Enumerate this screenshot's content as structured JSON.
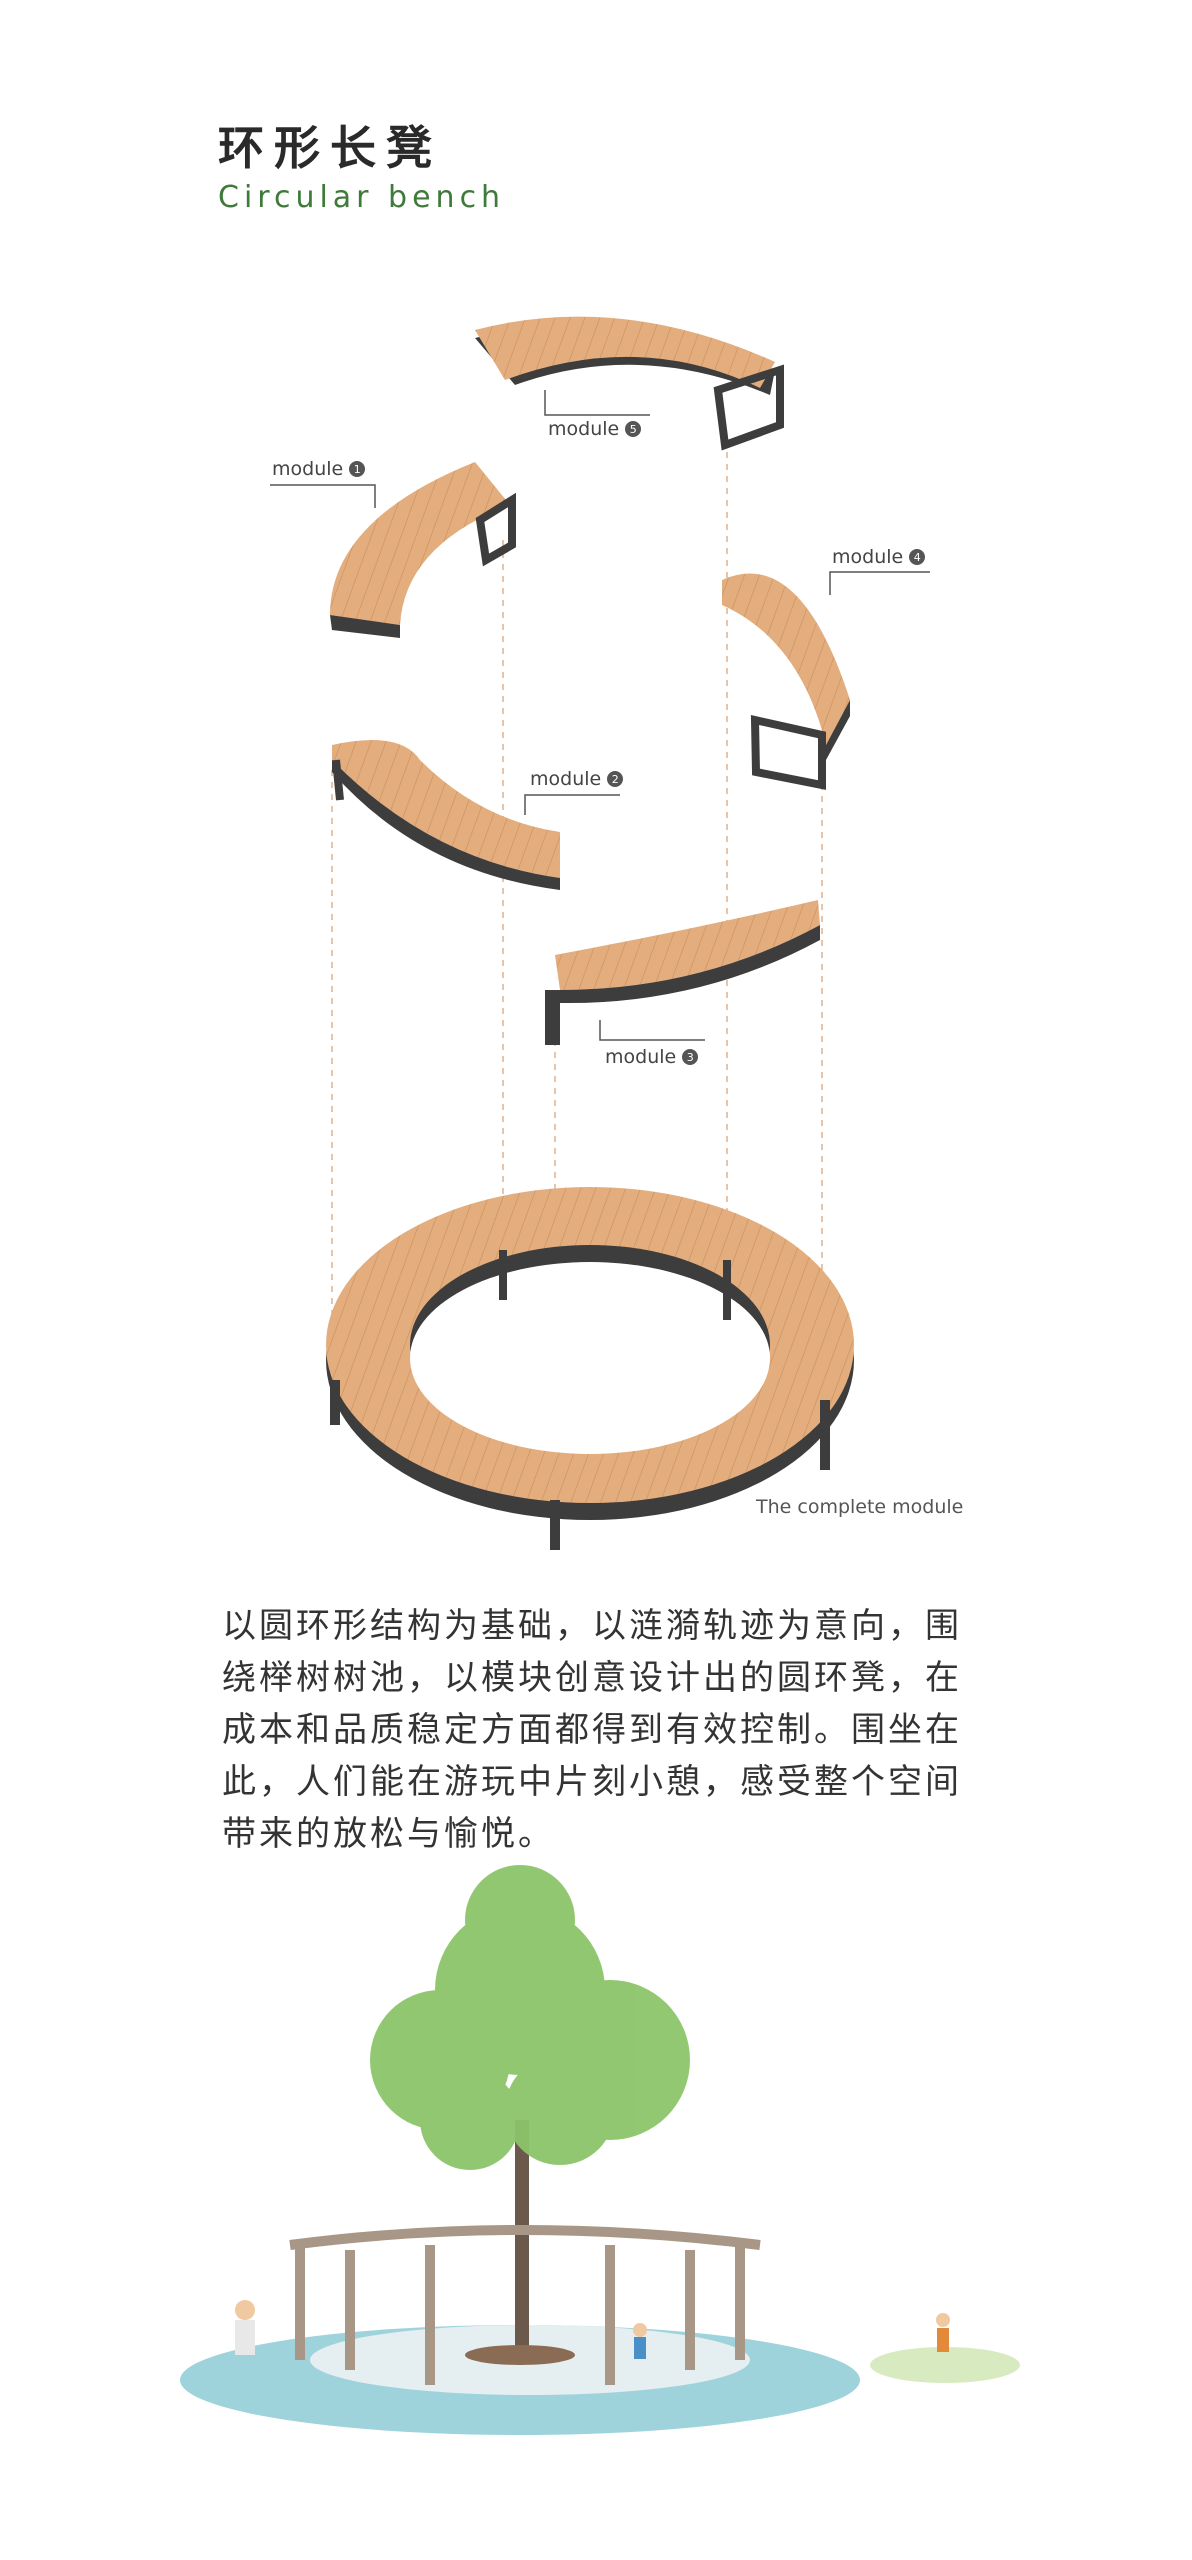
{
  "header": {
    "title_cn": "环形长凳",
    "title_en": "Circular bench"
  },
  "modules": [
    {
      "label": "module",
      "number": "5"
    },
    {
      "label": "module",
      "number": "1"
    },
    {
      "label": "module",
      "number": "4"
    },
    {
      "label": "module",
      "number": "2"
    },
    {
      "label": "module",
      "number": "3"
    }
  ],
  "complete_caption": "The complete module",
  "description": "以圆环形结构为基础，以涟漪轨迹为意向，围绕榉树树池，以模块创意设计出的圆环凳，在成本和品质稳定方面都得到有效控制。围坐在此，人们能在游玩中片刻小憩，感受整个空间带来的放松与愉悦。",
  "colors": {
    "wood": "#e3ad7d",
    "wood_grain": "#c98e5d",
    "frame": "#3d3d3d",
    "accent_green": "#3f7a3a",
    "tree_green": "#8cc56a",
    "ground_blue": "#9fd3dc"
  }
}
